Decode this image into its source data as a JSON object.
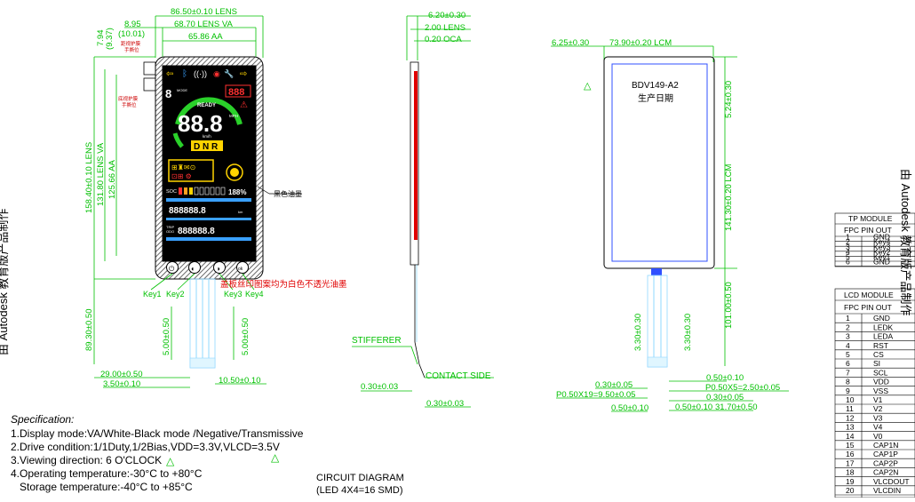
{
  "front_view": {
    "dims_top": [
      "86.50±0.10 LENS",
      "68.70 LENS VA",
      "65.86 AA",
      "8.95",
      "(10.01)"
    ],
    "dims_left_small": [
      "7.94",
      "(9.37)"
    ],
    "dims_left": [
      "158.40±0.10 LENS",
      "131.80 LENS VA",
      "125.66 AA",
      "89.30±0.50"
    ],
    "dims_bottom": [
      "5.00±0.50",
      "5.00±0.50",
      "29.00±0.50",
      "3.50±0.10",
      "10.50±0.10"
    ],
    "notes_small": [
      "距视护膜\n手撕位",
      "底视护膜\n手撕位"
    ],
    "black_ink_label": "黑色油墨",
    "key_labels": [
      "Key1",
      "Key2",
      "Key3",
      "Key4"
    ],
    "cover_note": "盖板丝印图案均为白色不透光油墨",
    "display": {
      "ready": "READY",
      "speed": "88.8",
      "mph": "MPH",
      "kmh": "km/h",
      "gear": "D N R",
      "trip_odo": "888888.8",
      "soc": "SOC",
      "percent": "188%",
      "mode": "MODE",
      "km": "km",
      "trip": "TRIP",
      "odo": "ODO"
    }
  },
  "side_view": {
    "dims": [
      "6.20±0.30",
      "2.00 LENS",
      "0.20 OCA",
      "0.30±0.03",
      "0.30±0.03"
    ],
    "stiffener": "STIFFERER",
    "contact_side": "CONTACT SIDE"
  },
  "back_view": {
    "dims_top": [
      "6.25±0.30",
      "73.90±0.20 LCM"
    ],
    "model": "BDV149-A2",
    "date_label": "生产日期",
    "dims_right": [
      "5.24±0.30",
      "141.30±0.20 LCM",
      "101.00±0.50",
      "3.30±0.30",
      "3.30±0.30"
    ],
    "dims_bottom": [
      "0.30±0.05",
      "P0.50X19=9.50±0.05",
      "0.50±0.10",
      "0.50±0.10",
      "P0.50X5=2.50±0.05",
      "0.30±0.05",
      "0.50±0.10",
      "31.70±0.50"
    ]
  },
  "watermark": "由 Autodesk 教育版产品制作",
  "tp_table": {
    "title1": "TP MODULE",
    "title2": "FPC PIN OUT",
    "rows": [
      [
        "1",
        "GND"
      ],
      [
        "2",
        "Key4"
      ],
      [
        "3",
        "Key3"
      ],
      [
        "4",
        "Key2"
      ],
      [
        "5",
        "Key1"
      ],
      [
        "6",
        "GND"
      ]
    ]
  },
  "lcd_table": {
    "title1": "LCD MODULE",
    "title2": "FPC PIN OUT",
    "rows": [
      [
        "1",
        "GND"
      ],
      [
        "2",
        "LEDK"
      ],
      [
        "3",
        "LEDA"
      ],
      [
        "4",
        "RST"
      ],
      [
        "5",
        "CS"
      ],
      [
        "6",
        "SI"
      ],
      [
        "7",
        "SCL"
      ],
      [
        "8",
        "VDD"
      ],
      [
        "9",
        "VSS"
      ],
      [
        "10",
        "V1"
      ],
      [
        "11",
        "V2"
      ],
      [
        "12",
        "V3"
      ],
      [
        "13",
        "V4"
      ],
      [
        "14",
        "V0"
      ],
      [
        "15",
        "CAP1N"
      ],
      [
        "16",
        "CAP1P"
      ],
      [
        "17",
        "CAP2P"
      ],
      [
        "18",
        "CAP2N"
      ],
      [
        "19",
        "VLCDOUT"
      ],
      [
        "20",
        "VLCDIN"
      ]
    ]
  },
  "spec": {
    "title": "Specification:",
    "lines": [
      "1.Display mode:VA/White-Black mode /Negative/Transmissive",
      "2.Drive condition:1/1Duty,1/2Bias,VDD=3.3V,VLCD=3.5V",
      "3.Viewing direction: 6 O'CLOCK",
      "4.Operating temperature:-30°C to +80°C",
      "   Storage temperature:-40°C to +85°C"
    ]
  },
  "circuit": {
    "title": "CIRCUIT DIAGRAM",
    "subtitle": "(LED 4X4=16 SMD)"
  }
}
